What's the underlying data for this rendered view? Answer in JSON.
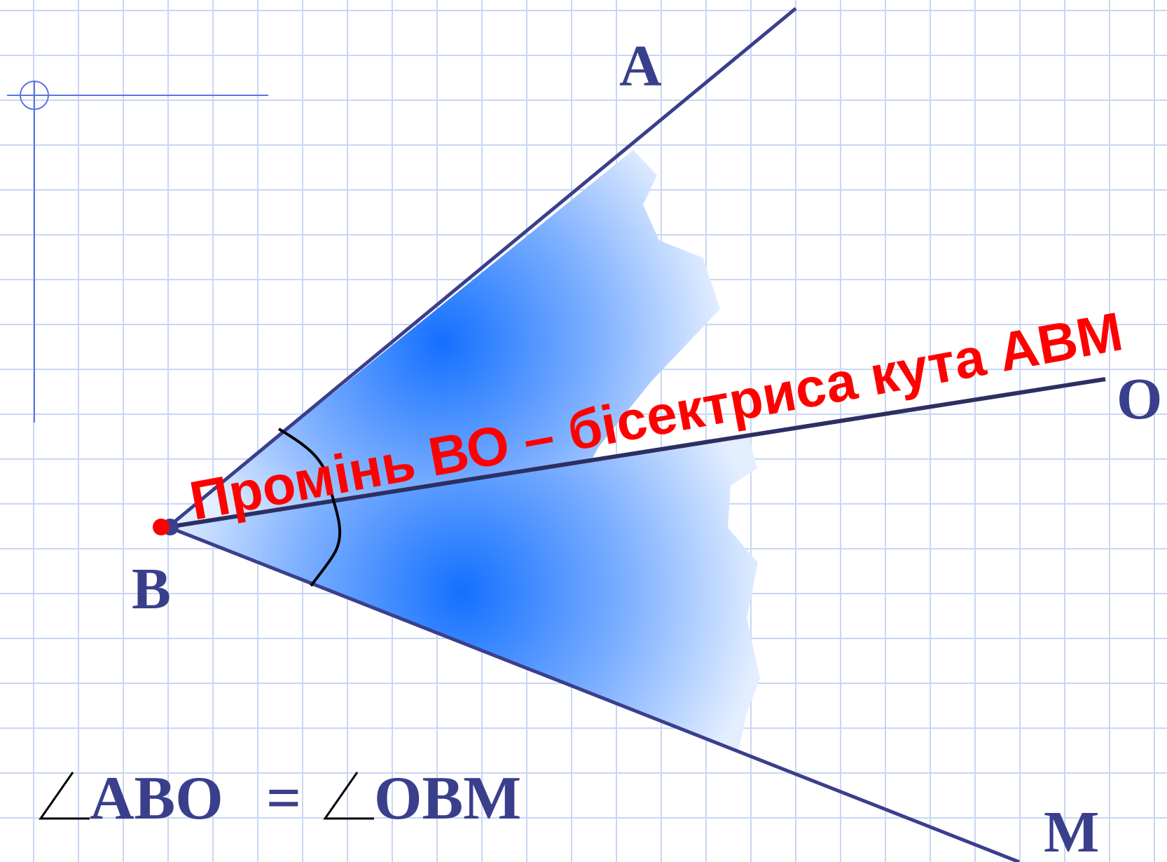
{
  "points": {
    "a": "A",
    "b": "B",
    "o": "O",
    "m": "M"
  },
  "bisector_caption": "Промінь  ВО – бісектриса кута АВМ",
  "equation": {
    "left": "ABO",
    "equals": "=",
    "right": "OBM"
  },
  "colors": {
    "ray": "#3a3f8c",
    "caption": "#ff0000",
    "vertex_dot": "#ff0000",
    "fill_center": "#1470ff",
    "fill_edge": "#dde9ff"
  }
}
